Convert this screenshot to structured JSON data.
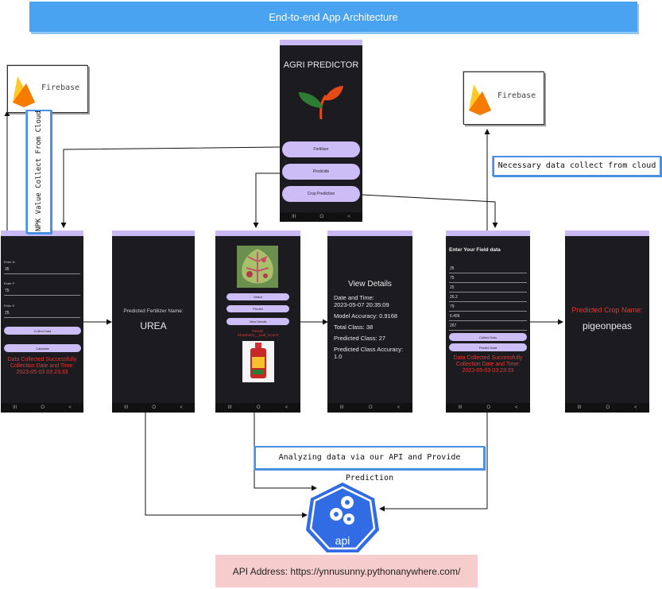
{
  "title": "End-to-end App Architecture",
  "firebase": {
    "left_label": "Firebase",
    "right_label": "Firebase"
  },
  "notes": {
    "npk_collect": "NPK Value Collect From Cloud",
    "necessary_data": "Necessary data collect from cloud",
    "analyzing": "Analyzing data via our API and Provide Prediction"
  },
  "home_screen": {
    "app_title": "AGRI PREDICTOR",
    "buttons": [
      "Fertilizer",
      "Pesticide",
      "Crop Prediction"
    ]
  },
  "npk_screen": {
    "fields": [
      {
        "label": "Enter N",
        "value": "35"
      },
      {
        "label": "Enter P",
        "value": "75"
      },
      {
        "label": "Enter K",
        "value": "25"
      }
    ],
    "collect_button": "Collect Data",
    "calculate_button": "Calculate",
    "status": "Data Collected Successfully",
    "collection_label": "Collection Date and Time:",
    "collection_time": "2023-05-03 03:23:33"
  },
  "fertilizer_result": {
    "label": "Predicted Fertilizer Name:",
    "value": "UREA"
  },
  "pesticide_screen": {
    "buttons": [
      "Select",
      "Predict",
      "View Details"
    ],
    "result_line1": "Result:",
    "result_line2": "Strawberry__Leaf_scorch"
  },
  "details_screen": {
    "heading": "View Details",
    "date_label": "Date and Time:",
    "date_value": "2023-05-07 20:35:09",
    "model_accuracy": "Model Accuracy: 0.9168",
    "total_class": "Total Class: 38",
    "predicted_class": "Predicted Class: 27",
    "class_accuracy_label": "Predicted Class Accuracy:",
    "class_accuracy_value": "1.0"
  },
  "field_screen": {
    "heading": "Enter Your Field data",
    "values": [
      "35",
      "75",
      "25",
      "26.2",
      "79",
      "6.456",
      "267"
    ],
    "collect_button": "Collect Data",
    "predict_button": "Predict Data",
    "status": "Data Collected Successfully",
    "collection_label": "Collection Date and Time:",
    "collection_time": "2023-05-03 03:23:33"
  },
  "crop_result": {
    "label": "Predicted Crop Name:",
    "value": "pigeonpeas"
  },
  "api": {
    "icon_label": "api",
    "address": "API Address: https://ynnusunny.pythonanywhere.com/"
  },
  "nav_glyphs": [
    "III",
    "O",
    "<"
  ],
  "colors": {
    "banner": "#4aa3f0",
    "phone_bg": "#1c1b1f",
    "button": "#cdbdf7",
    "status_red": "#e53935",
    "api_blue": "#326ce5",
    "api_address_bg": "#f7cccc",
    "note_border": "#4a90e2"
  }
}
